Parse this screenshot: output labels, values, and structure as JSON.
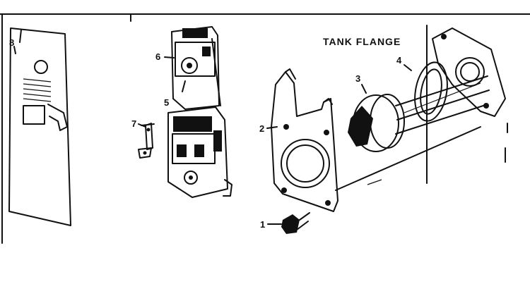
{
  "diagram": {
    "title": "TANK FLANGE",
    "callouts": {
      "c1": "1",
      "c2": "2",
      "c3": "3",
      "c4": "4",
      "c5": "5",
      "c6": "6",
      "c7": "7",
      "c8": "8"
    }
  }
}
